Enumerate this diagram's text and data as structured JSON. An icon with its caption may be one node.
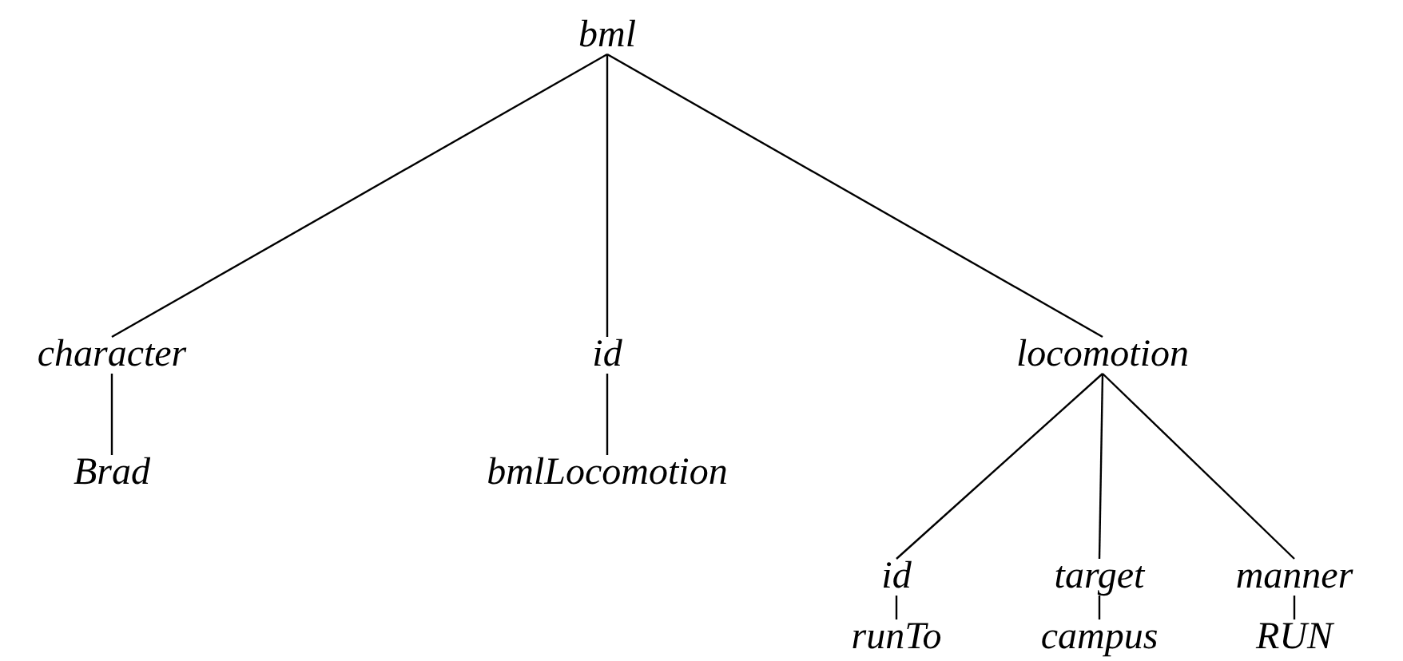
{
  "diagram": {
    "nodes": [
      {
        "text": [
          "bml"
        ]
      },
      {
        "text": [
          "character"
        ]
      },
      {
        "text": [
          "id"
        ]
      },
      {
        "text": [
          "locomotion"
        ]
      },
      {
        "text": [
          "Brad"
        ]
      },
      {
        "text": [
          "bmlLocomotion"
        ]
      },
      {
        "text": [
          "id"
        ]
      },
      {
        "text": [
          "target"
        ]
      },
      {
        "text": [
          "manner"
        ]
      },
      {
        "text": [
          "runTo"
        ]
      },
      {
        "text": [
          "campus"
        ]
      },
      {
        "text": [
          "RUN"
        ]
      }
    ],
    "edges": [
      {
        "from": 0,
        "to": 1,
        "arrow": "none"
      },
      {
        "from": 0,
        "to": 2,
        "arrow": "none"
      },
      {
        "from": 0,
        "to": 3,
        "arrow": "none"
      },
      {
        "from": 1,
        "to": 4,
        "arrow": "none"
      },
      {
        "from": 2,
        "to": 5,
        "arrow": "none"
      },
      {
        "from": 3,
        "to": 6,
        "arrow": "none"
      },
      {
        "from": 3,
        "to": 7,
        "arrow": "none"
      },
      {
        "from": 3,
        "to": 8,
        "arrow": "none"
      },
      {
        "from": 6,
        "to": 9,
        "arrow": "none"
      },
      {
        "from": 7,
        "to": 10,
        "arrow": "none"
      },
      {
        "from": 8,
        "to": 11,
        "arrow": "none"
      }
    ]
  }
}
